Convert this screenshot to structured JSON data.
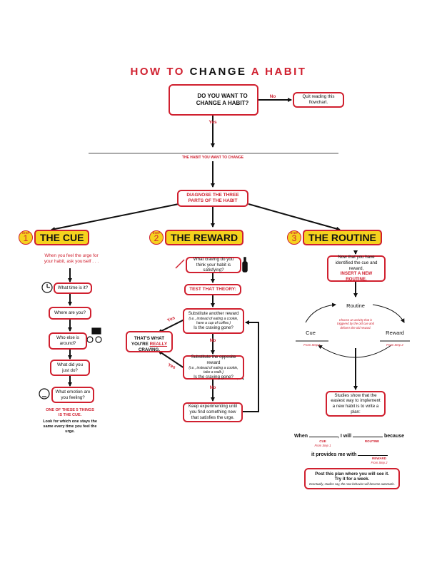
{
  "title": {
    "part1": "HOW TO",
    "part2": "CHANGE",
    "part3": "A HABIT"
  },
  "top": {
    "question": "DO YOU WANT TO CHANGE A HABIT?",
    "no": "No",
    "quit": "Quit reading this flowchart.",
    "yes": "Yes"
  },
  "habit_line_label": "THE HABIT YOU WANT TO CHANGE",
  "diagnose": "DIAGNOSE THE THREE PARTS OF THE HABIT",
  "steps": [
    {
      "word": "STEP",
      "num": "1",
      "title": "THE CUE"
    },
    {
      "word": "STEP",
      "num": "2",
      "title": "THE REWARD"
    },
    {
      "word": "STEP",
      "num": "3",
      "title": "THE ROUTINE"
    }
  ],
  "cue": {
    "intro": "When you feel the urge for your habit, ask yourself . . .",
    "questions": [
      "What time is it?",
      "Where are you?",
      "Who else is around?",
      "What did you just do?",
      "What emotion are you feeling?"
    ],
    "conclusion_red": "ONE OF THESE 5 THINGS IS THE CUE.",
    "conclusion": "Look for which one stays the same every time you feel the urge."
  },
  "reward": {
    "q1": "What craving do you think your habit is satisfying?",
    "test": "TEST THAT THEORY:",
    "sub1_a": "Substitute another reward",
    "sub1_b": "(i.e., instead of eating a cookie, have a cup of coffee.)",
    "sub1_c": "Is the craving gone?",
    "sub2_a": "Substitute the opposite reward",
    "sub2_b": "(i.e., instead of eating a cookie, take a walk.)",
    "sub2_c": "Is the craving gone?",
    "keep": "Keep experimenting until you find something new that satisfies the urge.",
    "no": "No",
    "yes": "Yes",
    "craving_a": "THAT'S WHAT YOU'RE ",
    "craving_b": "REALLY",
    "craving_c": " CRAVING."
  },
  "routine": {
    "insert_a": "Now that you have identified the cue and reward,",
    "insert_b": "INSERT A NEW ROUTINE.",
    "cycle_routine": "Routine",
    "cycle_note": "Choose an activity that is triggered by the old cue and delivers the old reward.",
    "cycle_cue": "Cue",
    "cycle_cue_from": "From Step 1",
    "cycle_reward": "Reward",
    "cycle_reward_from": "From Step 2",
    "studies": "Studies show that the easiest way to implement a new habit is to write a plan:",
    "plan_when": "When",
    "plan_will": ", I will",
    "plan_because": "because",
    "plan_cue": "CUE",
    "plan_cue_from": "From Step 1",
    "plan_routine": "ROUTINE",
    "plan_provides": "it provides me with",
    "plan_reward": "REWARD",
    "plan_reward_from": "From Step 2",
    "post_a": "Post this plan where you will see it.",
    "post_b": "Try it for a week.",
    "post_c": "Eventually, studies say, the new behavior will become automatic."
  }
}
